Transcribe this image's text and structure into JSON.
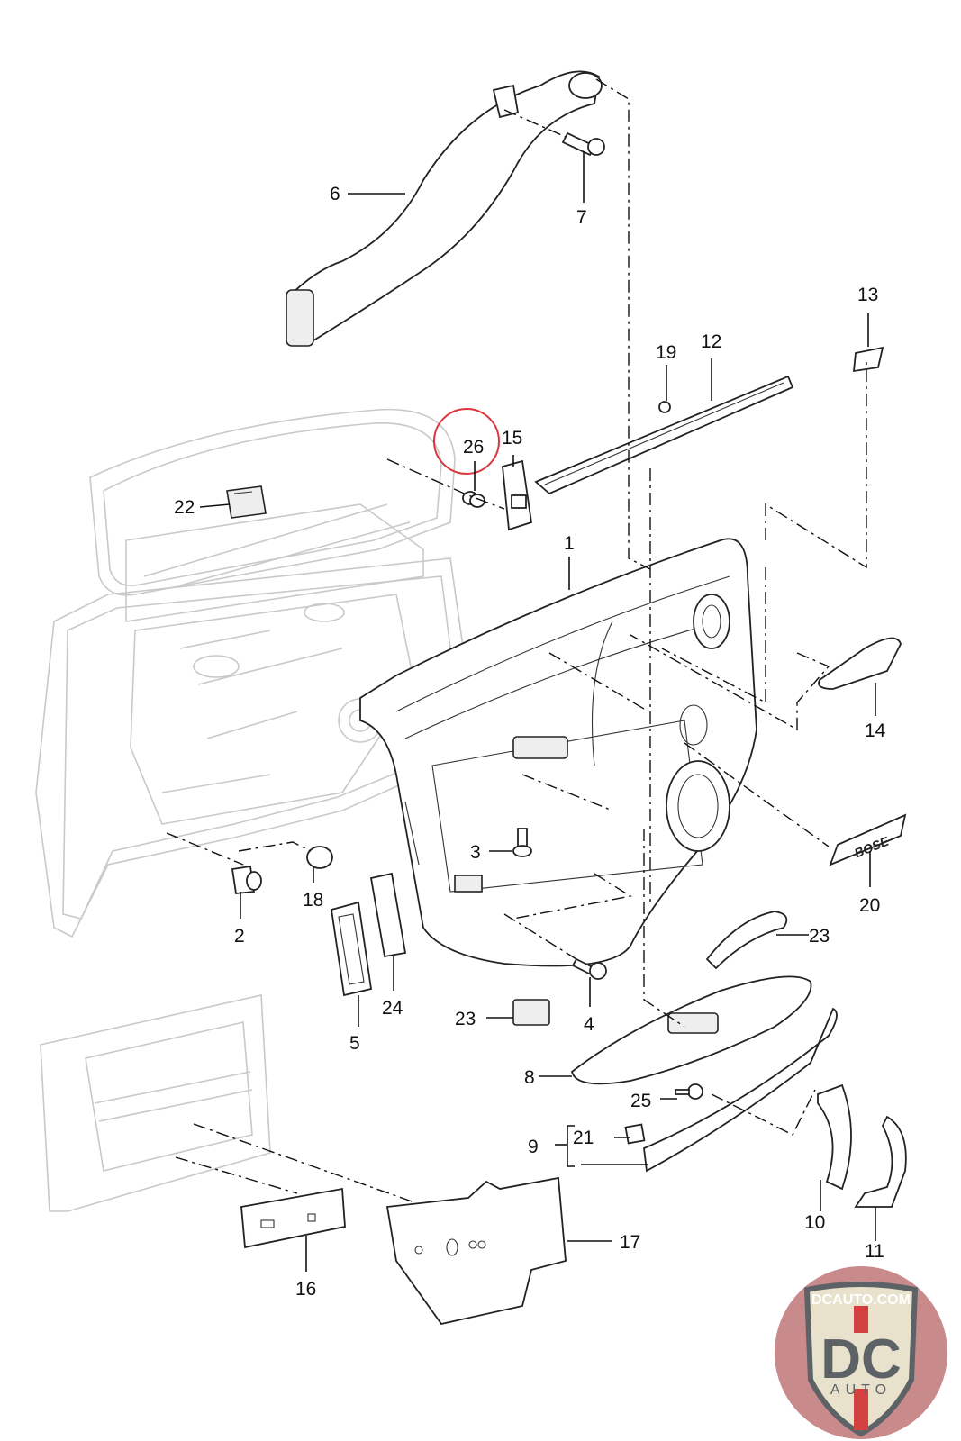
{
  "diagram": {
    "title": "Front door trim panel – exploded parts diagram",
    "highlighted_part": "26",
    "highlight_color": "#d9363e",
    "callouts": [
      {
        "id": "c1",
        "label": "1"
      },
      {
        "id": "c2",
        "label": "2"
      },
      {
        "id": "c3",
        "label": "3"
      },
      {
        "id": "c4",
        "label": "4"
      },
      {
        "id": "c5",
        "label": "5"
      },
      {
        "id": "c6",
        "label": "6"
      },
      {
        "id": "c7",
        "label": "7"
      },
      {
        "id": "c8",
        "label": "8"
      },
      {
        "id": "c9",
        "label": "9"
      },
      {
        "id": "c10",
        "label": "10"
      },
      {
        "id": "c11",
        "label": "11"
      },
      {
        "id": "c12",
        "label": "12"
      },
      {
        "id": "c13",
        "label": "13"
      },
      {
        "id": "c14",
        "label": "14"
      },
      {
        "id": "c15",
        "label": "15"
      },
      {
        "id": "c16",
        "label": "16"
      },
      {
        "id": "c17",
        "label": "17"
      },
      {
        "id": "c18",
        "label": "18"
      },
      {
        "id": "c19",
        "label": "19"
      },
      {
        "id": "c20",
        "label": "20"
      },
      {
        "id": "c21",
        "label": "21"
      },
      {
        "id": "c22",
        "label": "22"
      },
      {
        "id": "c23a",
        "label": "23"
      },
      {
        "id": "c23b",
        "label": "23"
      },
      {
        "id": "c24",
        "label": "24"
      },
      {
        "id": "c25",
        "label": "25"
      },
      {
        "id": "c26",
        "label": "26"
      }
    ],
    "badge_text": "BOSE"
  },
  "logo": {
    "top_text": "DCAUTO.COM",
    "main_text": "DC",
    "sub_text": "AUTO",
    "colors": {
      "circle": "#c98a8c",
      "shield": "#e8e2cc",
      "letters": "#5d6266",
      "stripe": "#d2403f",
      "border": "#5d6266"
    }
  }
}
